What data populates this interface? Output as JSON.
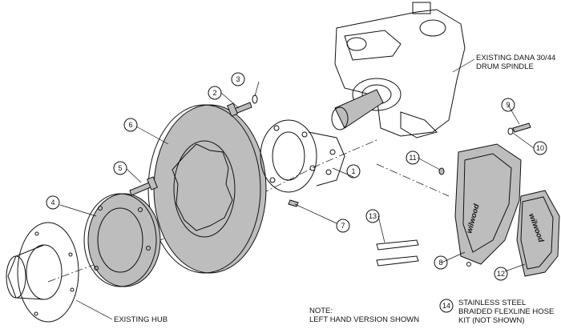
{
  "callouts": [
    {
      "id": "c1",
      "number": "1"
    },
    {
      "id": "c2",
      "number": "2"
    },
    {
      "id": "c3",
      "number": "3"
    },
    {
      "id": "c4",
      "number": "4"
    },
    {
      "id": "c5",
      "number": "5"
    },
    {
      "id": "c6",
      "number": "6"
    },
    {
      "id": "c7",
      "number": "7"
    },
    {
      "id": "c8",
      "number": "8"
    },
    {
      "id": "c9",
      "number": "9"
    },
    {
      "id": "c10",
      "number": "10"
    },
    {
      "id": "c11",
      "number": "11"
    },
    {
      "id": "c12",
      "number": "12"
    },
    {
      "id": "c13",
      "number": "13"
    },
    {
      "id": "c14",
      "number": "14"
    }
  ],
  "labels": {
    "spindle_line1": "EXISTING DANA 30/44",
    "spindle_line2": "DRUM SPINDLE",
    "hub": "EXISTING HUB",
    "note_line1": "NOTE:",
    "note_line2": "LEFT HAND VERSION SHOWN",
    "hose_line1": "STAINLESS STEEL",
    "hose_line2": "BRAIDED FLEXLINE HOSE",
    "hose_line3": "KIT (NOT SHOWN)",
    "caliper_brand": "wilwood",
    "pad_brand": "wilwood"
  },
  "colors": {
    "line": "#111111",
    "metal": "#bdbdbd",
    "dark_metal": "#8a8a8a"
  }
}
